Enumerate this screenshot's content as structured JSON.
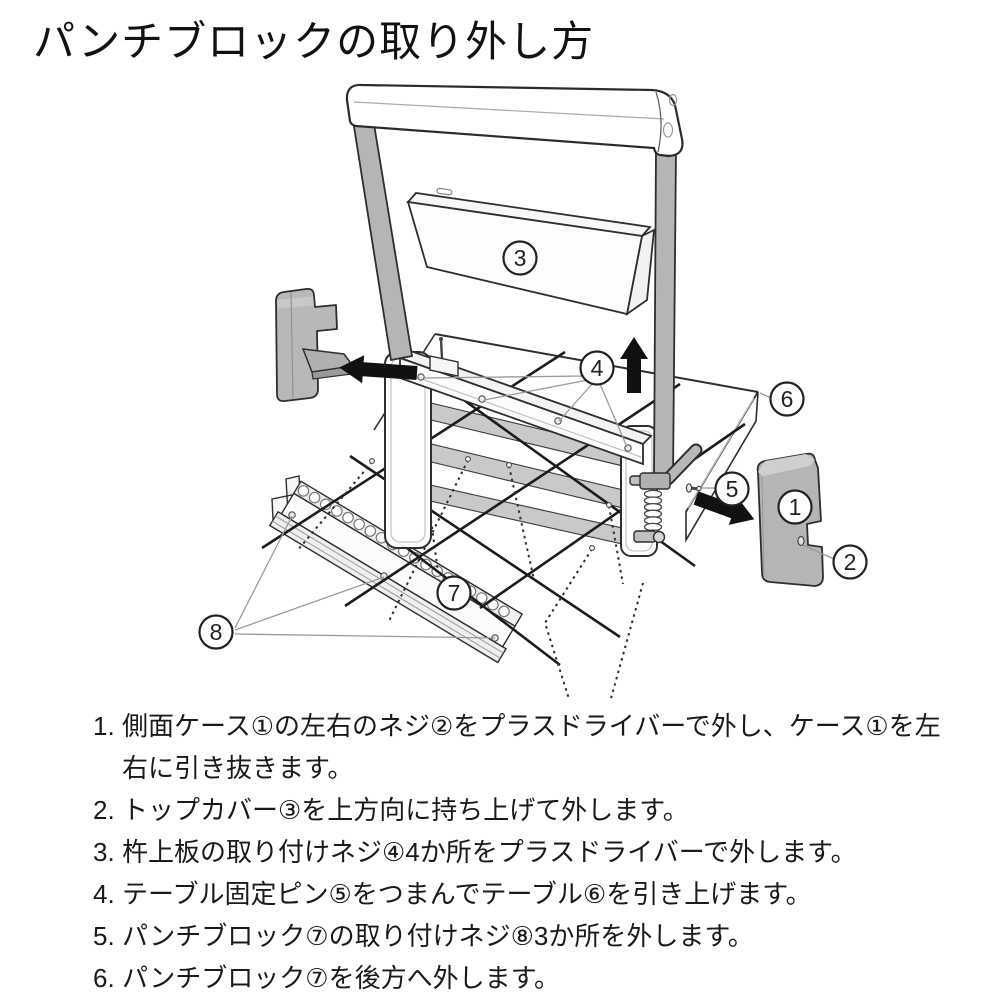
{
  "title": "パンチブロックの取り外し方",
  "steps": [
    {
      "num": "1.",
      "text": "側面ケース①の左右のネジ②をプラスドライバーで外し、ケース①を左右に引き抜きます。"
    },
    {
      "num": "2.",
      "text": "トップカバー③を上方向に持ち上げて外します。"
    },
    {
      "num": "3.",
      "text": "杵上板の取り付けネジ④4か所をプラスドライバーで外します。"
    },
    {
      "num": "4.",
      "text": "テーブル固定ピン⑤をつまんでテーブル⑥を引き上げます。"
    },
    {
      "num": "5.",
      "text": "パンチブロック⑦の取り付けネジ⑧3か所を外します。"
    },
    {
      "num": "6.",
      "text": "パンチブロック⑦を後方へ外します。"
    }
  ],
  "diagram": {
    "callouts": [
      {
        "n": "1"
      },
      {
        "n": "2"
      },
      {
        "n": "3"
      },
      {
        "n": "4"
      },
      {
        "n": "5"
      },
      {
        "n": "6"
      },
      {
        "n": "7"
      },
      {
        "n": "8"
      }
    ],
    "colors": {
      "outline": "#2e2e2e",
      "case_gray": "#b8b8b8",
      "arrow_black": "#111111",
      "leader_gray": "#9a9a9a"
    }
  }
}
